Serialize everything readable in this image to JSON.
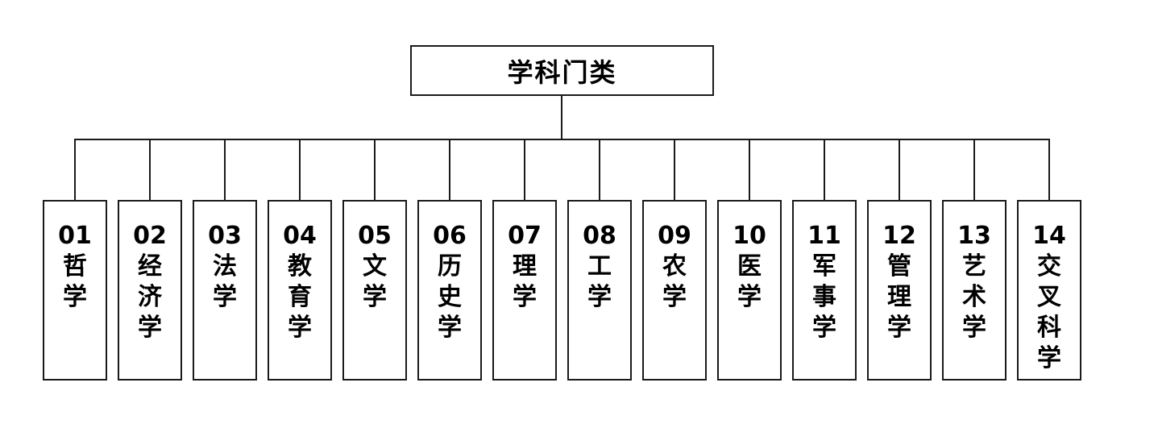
{
  "chart": {
    "type": "org-tree",
    "root": {
      "label": "学科门类"
    },
    "children": [
      {
        "code": "01",
        "label": "哲学"
      },
      {
        "code": "02",
        "label": "经济学"
      },
      {
        "code": "03",
        "label": "法学"
      },
      {
        "code": "04",
        "label": "教育学"
      },
      {
        "code": "05",
        "label": "文学"
      },
      {
        "code": "06",
        "label": "历史学"
      },
      {
        "code": "07",
        "label": "理学"
      },
      {
        "code": "08",
        "label": "工学"
      },
      {
        "code": "09",
        "label": "农学"
      },
      {
        "code": "10",
        "label": "医学"
      },
      {
        "code": "11",
        "label": "军事学"
      },
      {
        "code": "12",
        "label": "管理学"
      },
      {
        "code": "13",
        "label": "艺术学"
      },
      {
        "code": "14",
        "label": "交叉科学"
      }
    ],
    "colors": {
      "line": "#1a1a1a",
      "text": "#000000",
      "background": "#ffffff"
    }
  }
}
